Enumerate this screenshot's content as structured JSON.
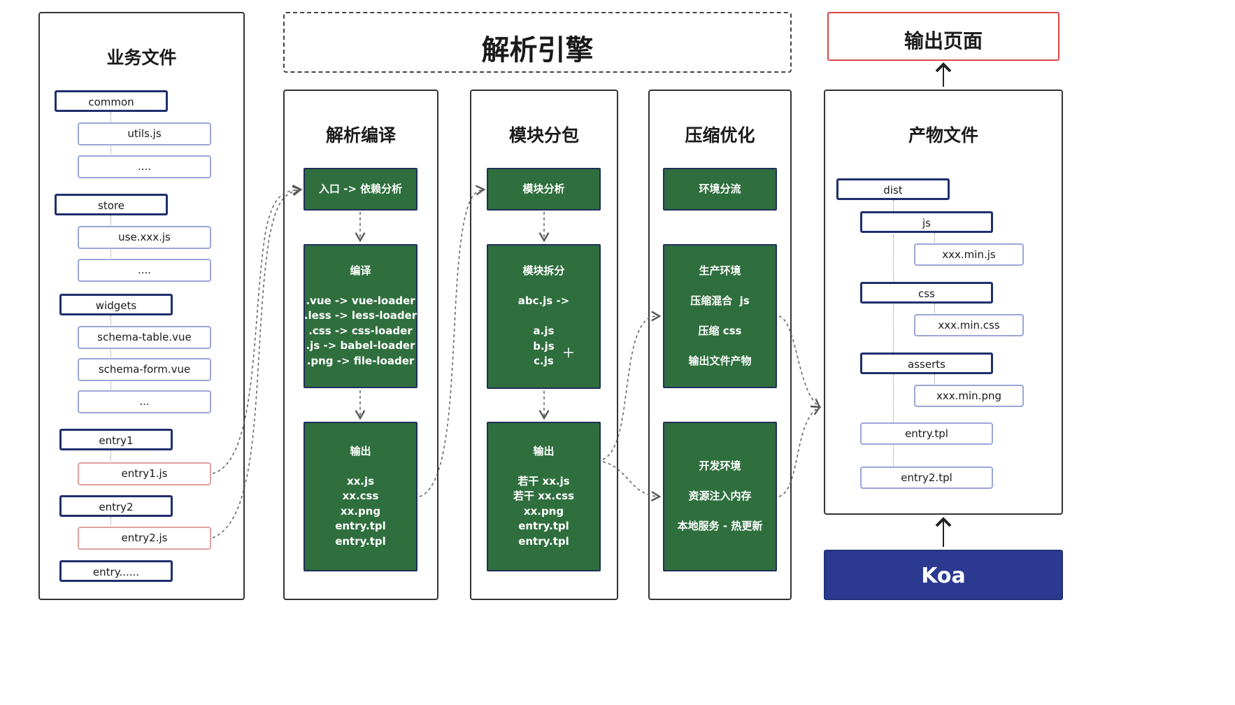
{
  "business": {
    "title": "业务文件",
    "groups": [
      {
        "label": "common",
        "children": [
          "utils.js",
          "...."
        ]
      },
      {
        "label": "store",
        "children": [
          "use.xxx.js",
          "...."
        ]
      },
      {
        "label": "widgets",
        "children": [
          "schema-table.vue",
          "schema-form.vue",
          "..."
        ]
      },
      {
        "label": "entry1",
        "children": [
          "entry1.js"
        ]
      },
      {
        "label": "entry2",
        "children": [
          "entry2.js"
        ]
      },
      {
        "label": "entry......",
        "children": []
      }
    ]
  },
  "engine": {
    "title": "解析引擎"
  },
  "parse": {
    "title": "解析编译",
    "box1": "入口 -> 依赖分析",
    "box2": [
      "编译",
      "",
      ".vue -> vue-loader",
      ".less -> less-loader",
      ".css -> css-loader",
      ".js -> babel-loader",
      ".png -> file-loader"
    ],
    "box3": [
      "输出",
      "",
      "xx.js",
      "xx.css",
      "xx.png",
      "entry.tpl",
      "entry.tpl"
    ]
  },
  "split": {
    "title": "模块分包",
    "box1": "模块分析",
    "box2": [
      "模块拆分",
      "",
      "abc.js ->",
      "",
      "a.js",
      "b.js",
      "c.js"
    ],
    "box3": [
      "输出",
      "",
      "若干 xx.js",
      "若干 xx.css",
      "xx.png",
      "entry.tpl",
      "entry.tpl"
    ]
  },
  "compress": {
    "title": "压缩优化",
    "box1": "环境分流",
    "box2": [
      "生产环境",
      "",
      "压缩混合  js",
      "",
      "压缩 css",
      "",
      "输出文件产物"
    ],
    "box3": [
      "开发环境",
      "",
      "资源注入内存",
      "",
      "本地服务 - 热更新"
    ]
  },
  "output_page": {
    "title": "输出页面"
  },
  "artifacts": {
    "title": "产物文件",
    "dist": "dist",
    "js": "js",
    "js_file": "xxx.min.js",
    "css": "css",
    "css_file": "xxx.min.css",
    "asserts": "asserts",
    "asserts_file": "xxx.min.png",
    "tpl1": "entry.tpl",
    "tpl2": "entry2.tpl"
  },
  "koa": {
    "label": "Koa"
  },
  "colors": {
    "green": "#2f6f3e",
    "navy": "#2b3990",
    "red_border": "#d94848",
    "dark_border": "#1f2f6e"
  }
}
